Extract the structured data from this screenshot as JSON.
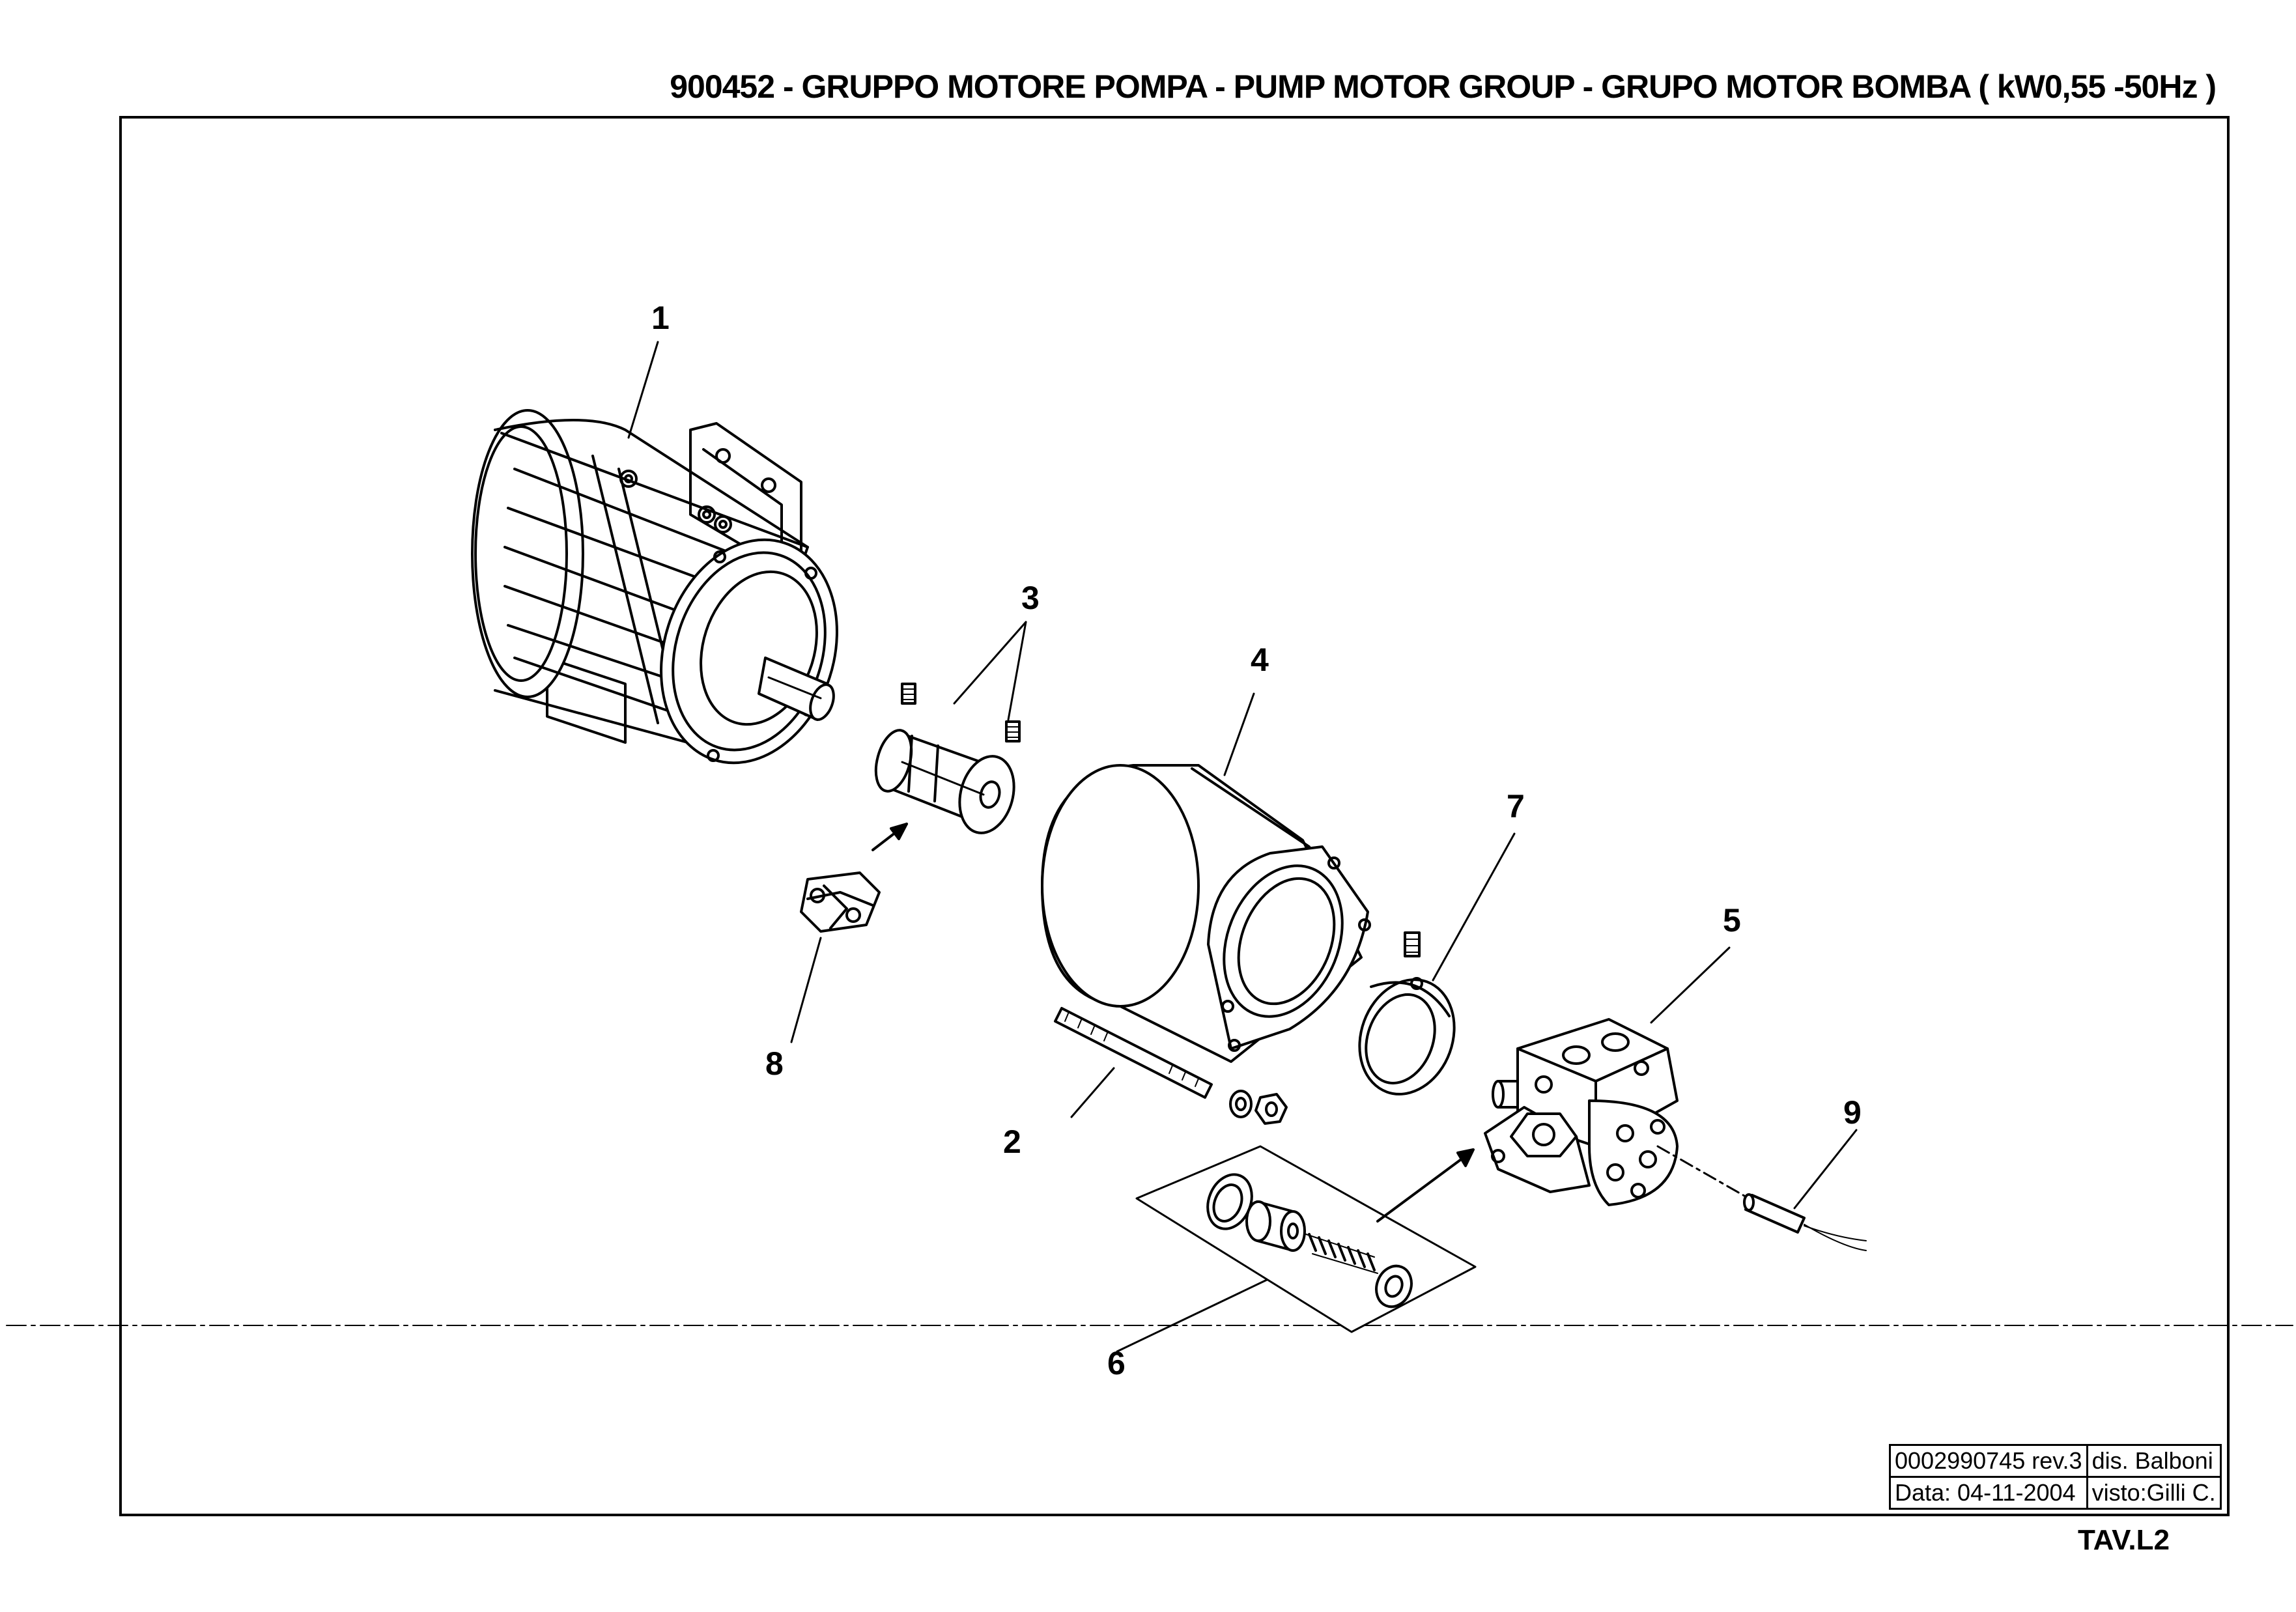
{
  "sheet": {
    "title": "900452 - GRUPPO MOTORE POMPA - PUMP MOTOR GROUP - GRUPO MOTOR BOMBA  (  kW0,55 -50Hz  )",
    "number": "TAV.L2"
  },
  "title_block": {
    "doc_number": "0002990745 rev.3",
    "designer": "dis. Balboni",
    "date": "Data: 04-11-2004",
    "checked": "visto:Gilli C."
  },
  "callouts": {
    "c1": "1",
    "c2": "2",
    "c3": "3",
    "c4": "4",
    "c5": "5",
    "c6": "6",
    "c7": "7",
    "c8": "8",
    "c9": "9"
  }
}
